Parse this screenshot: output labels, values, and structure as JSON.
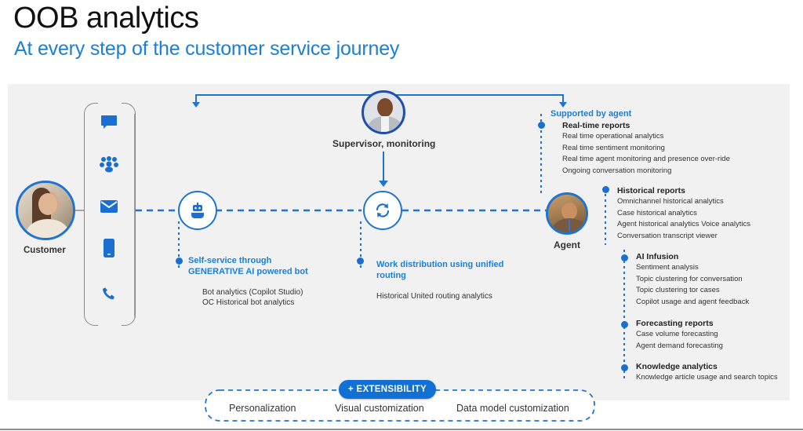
{
  "header": {
    "title": "OOB analytics",
    "subtitle": "At every step of the customer service journey"
  },
  "colors": {
    "accent": "#1a7fd6",
    "line": "#1f74d1",
    "panel": "#f1f1f1",
    "pill": "#1170d4"
  },
  "customer": {
    "label": "Customer",
    "channels": [
      {
        "icon": "chat-icon"
      },
      {
        "icon": "group-icon"
      },
      {
        "icon": "mail-icon"
      },
      {
        "icon": "mobile-icon"
      },
      {
        "icon": "phone-icon"
      }
    ]
  },
  "supervisor": {
    "label": "Supervisor, monitoring"
  },
  "agent": {
    "label": "Agent"
  },
  "bot": {
    "heading_line1": "Self-service through",
    "heading_line2": "GENERATIVE AI powered bot",
    "items": [
      "Bot analytics (Copilot Studio)",
      "OC Historical bot analytics"
    ]
  },
  "routing": {
    "heading_line1": "Work distribution using unified",
    "heading_line2": "routing",
    "items": [
      "Historical United routing analytics"
    ]
  },
  "supported": {
    "heading": "Supported by agent",
    "sections": [
      {
        "title": "Real-time reports",
        "items": [
          "Real time operational analytics",
          "Real time sentiment monitoring",
          "Real time agent monitoring and presence over-ride",
          "Ongoing conversation monitoring"
        ]
      },
      {
        "title": "Historical reports",
        "items": [
          "Omnichannel historical analytics",
          "Case historical analytics",
          "Agent historical analytics Voice analytics",
          "Conversation transcript viewer"
        ]
      },
      {
        "title": "AI Infusion",
        "items": [
          "Sentiment analysis",
          "Topic clustering for conversation",
          "Topic clustering tor cases",
          "Copilot usage and agent feedback"
        ]
      },
      {
        "title": "Forecasting reports",
        "items": [
          "Case volume forecasting",
          "Agent demand forecasting"
        ]
      },
      {
        "title": "Knowledge analytics",
        "items": [
          "Knowledge article usage and search topics"
        ]
      }
    ]
  },
  "extensibility": {
    "label": "+ EXTENSIBILITY",
    "items": [
      "Personalization",
      "Visual customization",
      "Data model customization"
    ]
  }
}
